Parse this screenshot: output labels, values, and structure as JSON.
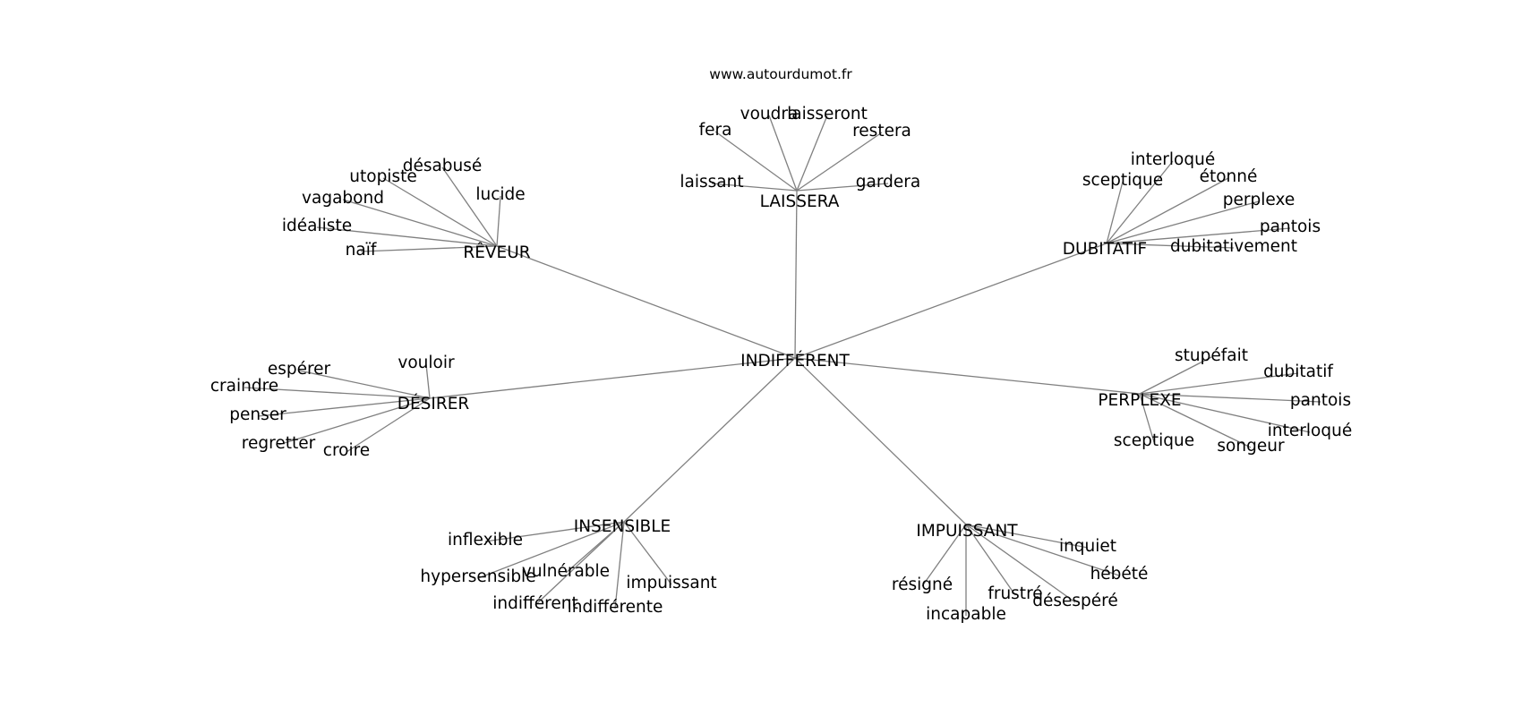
{
  "site": "www.autourdumot.fr",
  "center": "INDIFFÉRENT",
  "edge_color": "#808080",
  "clusters": [
    {
      "id": "laissera",
      "label": "LAISSERA",
      "words": [
        "voudra",
        "laisseront",
        "fera",
        "restera",
        "laissant",
        "gardera"
      ]
    },
    {
      "id": "dubitatif",
      "label": "DUBITATIF",
      "words": [
        "interloqué",
        "sceptique",
        "étonné",
        "perplexe",
        "pantois",
        "dubitativement"
      ]
    },
    {
      "id": "reveur",
      "label": "RÊVEUR",
      "words": [
        "désabusé",
        "utopiste",
        "lucide",
        "vagabond",
        "idéaliste",
        "naïf"
      ]
    },
    {
      "id": "desirer",
      "label": "DÉSIRER",
      "words": [
        "espérer",
        "vouloir",
        "craindre",
        "penser",
        "regretter",
        "croire"
      ]
    },
    {
      "id": "perplexe",
      "label": "PERPLEXE",
      "words": [
        "stupéfait",
        "dubitatif",
        "pantois",
        "interloqué",
        "sceptique",
        "songeur"
      ]
    },
    {
      "id": "insensible",
      "label": "INSENSIBLE",
      "words": [
        "inflexible",
        "hypersensible",
        "vulnérable",
        "impuissant",
        "indifférent",
        "indifférente"
      ]
    },
    {
      "id": "impuissant",
      "label": "IMPUISSANT",
      "words": [
        "inquiet",
        "hébété",
        "résigné",
        "frustré",
        "désespéré",
        "incapable"
      ]
    }
  ]
}
